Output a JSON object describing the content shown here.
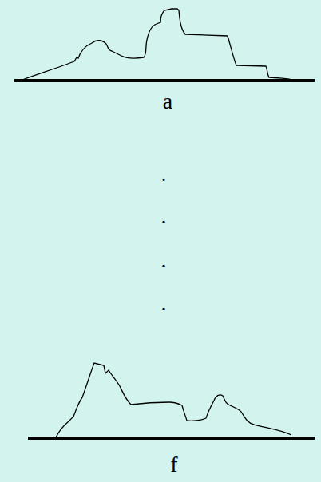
{
  "diagram": {
    "labels": [
      "a",
      ".",
      ".",
      ".",
      ".",
      "f"
    ]
  }
}
